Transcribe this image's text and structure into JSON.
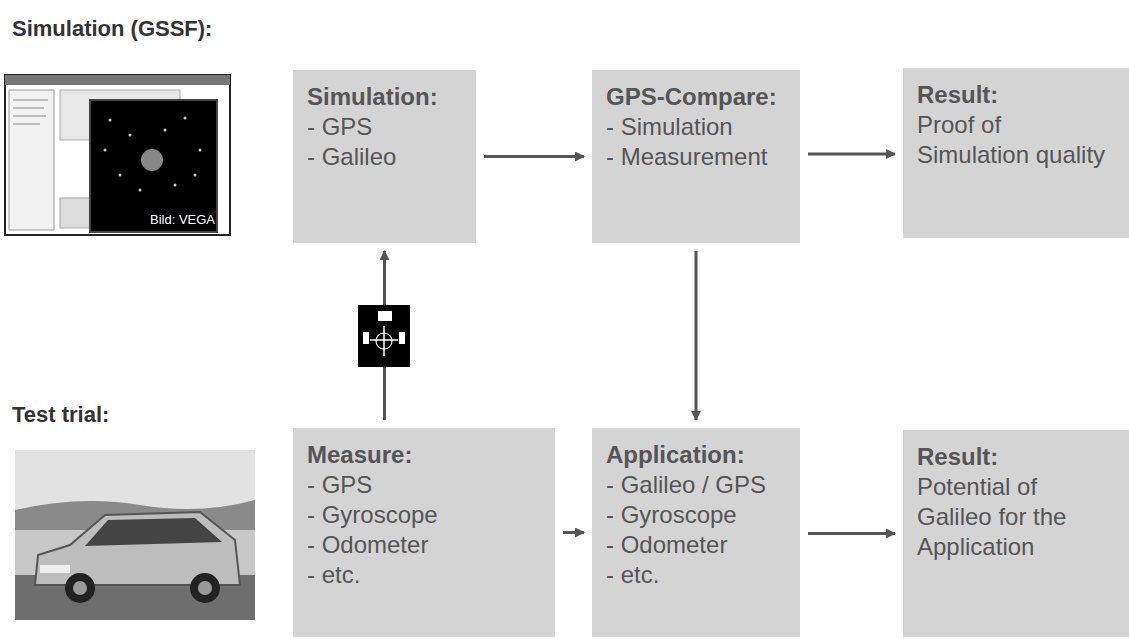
{
  "diagram": {
    "nodes": [
      {
        "text": [
          "Simulation:",
          "- GPS",
          "- Galileo"
        ]
      },
      {
        "text": [
          "GPS-Compare:",
          "- Simulation",
          "- Measurement"
        ]
      },
      {
        "text": [
          "Result:",
          "Proof of Simulation quality"
        ]
      },
      {
        "text": [
          "Measure:",
          "- GPS",
          "- Gyroscope",
          "- Odometer",
          "- etc."
        ]
      },
      {
        "text": [
          "Application:",
          "- Galileo / GPS",
          "- Gyroscope",
          "- Odometer",
          "- etc."
        ]
      },
      {
        "text": [
          "Result:",
          "Potential of Galileo for the Application"
        ]
      }
    ],
    "edges": [
      {
        "from": 0,
        "to": 1,
        "arrow": "to"
      },
      {
        "from": 1,
        "to": 2,
        "arrow": "to"
      },
      {
        "from": 3,
        "to": 0,
        "arrow": "to"
      },
      {
        "from": 3,
        "to": 4,
        "arrow": "to"
      },
      {
        "from": 1,
        "to": 4,
        "arrow": "to"
      },
      {
        "from": 4,
        "to": 5,
        "arrow": "to"
      }
    ],
    "labels": [
      "Simulation (GSSF):",
      "Test trial:",
      "Bild: VEGA"
    ]
  }
}
